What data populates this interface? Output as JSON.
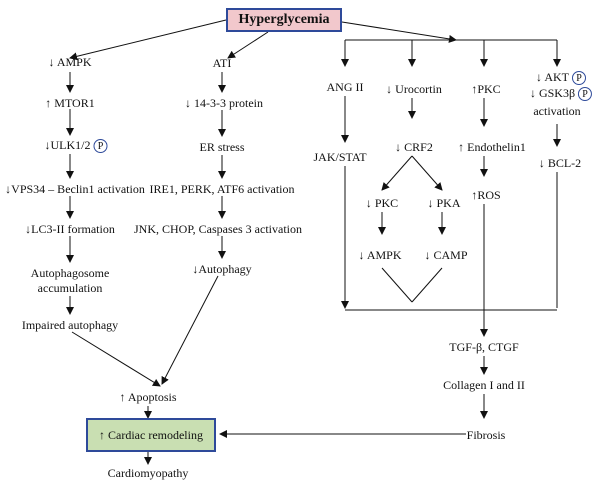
{
  "top": "Hyperglycemia",
  "phosphate_badge": "P",
  "col1": {
    "n1": "↓ AMPK",
    "n2": "↑ MTOR1",
    "n3": "↓ULK1/2",
    "n4": "↓VPS34 – Beclin1 activation",
    "n5": "↓LC3-II formation",
    "n6a": "Autophagosome",
    "n6b": "accumulation",
    "n7": "Impaired autophagy"
  },
  "col2": {
    "n1": "ATI",
    "n2": "↓ 14-3-3 protein",
    "n3": "ER stress",
    "n4": "IRE1, PERK, ATF6 activation",
    "n5": "JNK, CHOP, Caspases 3 activation",
    "n6": "↓Autophagy"
  },
  "col3": {
    "n1": "ANG II",
    "n2": "JAK/STAT"
  },
  "col4": {
    "n1": "↓ Urocortin",
    "n2": "↓ CRF2",
    "n3a": "↓ PKC",
    "n3b": "↓ PKA",
    "n4a": "↓ AMPK",
    "n4b": "↓ CAMP"
  },
  "col5": {
    "n1": "↑PKC",
    "n2": "↑ Endothelin1",
    "n3": "↑ROS"
  },
  "col6": {
    "n1": "↓ AKT",
    "n2": "↓ GSK3β",
    "n3": "activation",
    "n4": "↓ BCL-2"
  },
  "bottom": {
    "apoptosis": "↑ Apoptosis",
    "remodeling": "↑ Cardiac remodeling",
    "cardiomyopathy": "Cardiomyopathy",
    "tgf": "TGF-β, CTGF",
    "collagen": "Collagen I and II",
    "fibrosis": "Fibrosis"
  }
}
